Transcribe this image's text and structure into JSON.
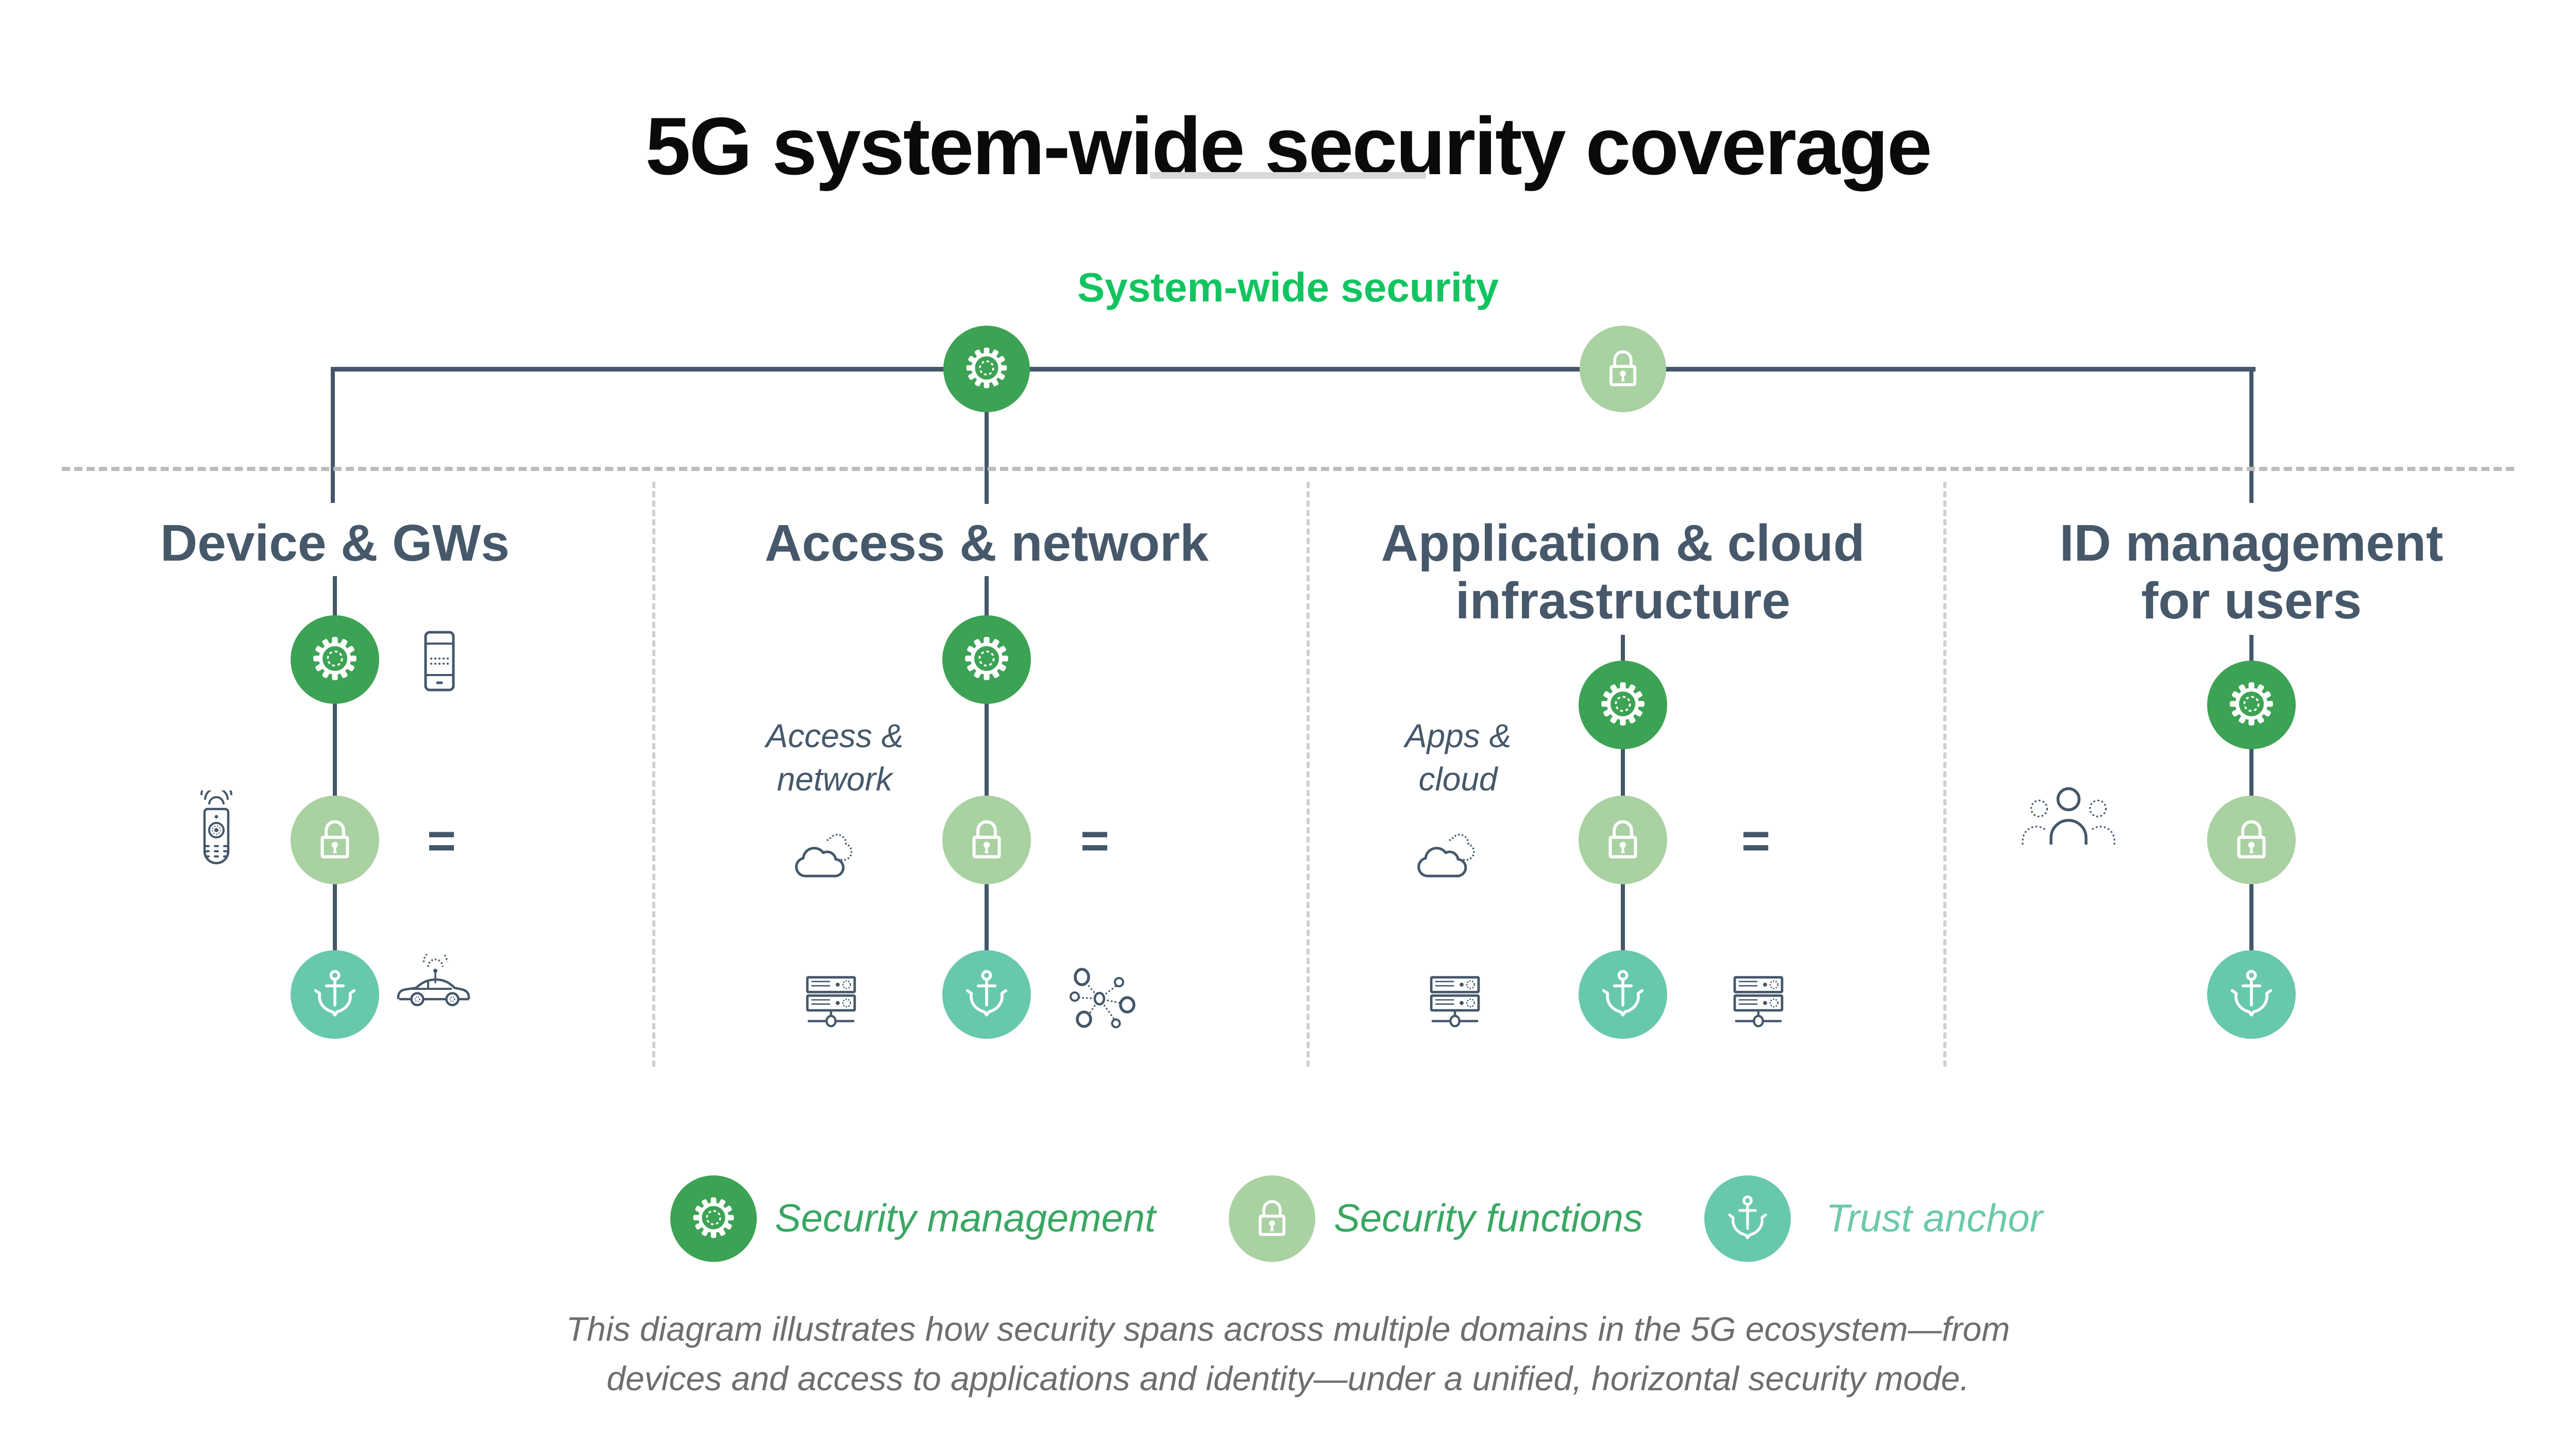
{
  "header": {
    "title": "5G system-wide security coverage",
    "subtitle": "System-wide security"
  },
  "top_bar": {
    "badges": [
      "security-management-gear",
      "security-functions-lock"
    ]
  },
  "columns": [
    {
      "id": "device",
      "title_lines": [
        "Device & GWs"
      ],
      "equals": "=",
      "node_icons": [
        "gear",
        "lock",
        "anchor"
      ],
      "side_icons": [
        "smartphone-icon",
        "remote-control-icon",
        "connected-car-icon"
      ]
    },
    {
      "id": "access",
      "title_lines": [
        "Access & network"
      ],
      "note_lines": [
        "Access &",
        "network"
      ],
      "equals": "=",
      "node_icons": [
        "gear",
        "lock",
        "anchor"
      ],
      "side_icons": [
        "cloud-icon",
        "server-icon",
        "network-mesh-icon"
      ]
    },
    {
      "id": "application",
      "title_lines": [
        "Application & cloud",
        "infrastructure"
      ],
      "note_lines": [
        "Apps &",
        "cloud"
      ],
      "equals": "=",
      "node_icons": [
        "gear",
        "lock",
        "anchor"
      ],
      "side_icons": [
        "cloud-icon",
        "server-icon",
        "server-icon"
      ]
    },
    {
      "id": "identity",
      "title_lines": [
        "ID management",
        "for users"
      ],
      "node_icons": [
        "gear",
        "lock",
        "anchor"
      ],
      "side_icons": [
        "users-icon"
      ]
    }
  ],
  "legend": [
    {
      "icon": "gear-icon",
      "label": "Security management",
      "circle_color": "#3ca254",
      "label_color": "#3aa763"
    },
    {
      "icon": "padlock-icon",
      "label": "Security functions",
      "circle_color": "#a9d1a2",
      "label_color": "#3aa763"
    },
    {
      "icon": "anchor-icon",
      "label": "Trust anchor",
      "circle_color": "#68c8ab",
      "label_color": "#6cc9ab"
    }
  ],
  "caption_lines": [
    "This diagram illustrates how security spans across multiple domains in the 5G ecosystem—from",
    "devices and access to applications and identity—under a unified, horizontal security mode."
  ],
  "colors": {
    "security_management_green": "#3ca254",
    "security_functions_green": "#a9d1a2",
    "trust_anchor_teal": "#68c8ab",
    "line_slate": "#44576a",
    "subtitle_green": "#12c45f",
    "caption_gray": "#6e6e6e",
    "divider_gray": "#d8d8d8"
  }
}
